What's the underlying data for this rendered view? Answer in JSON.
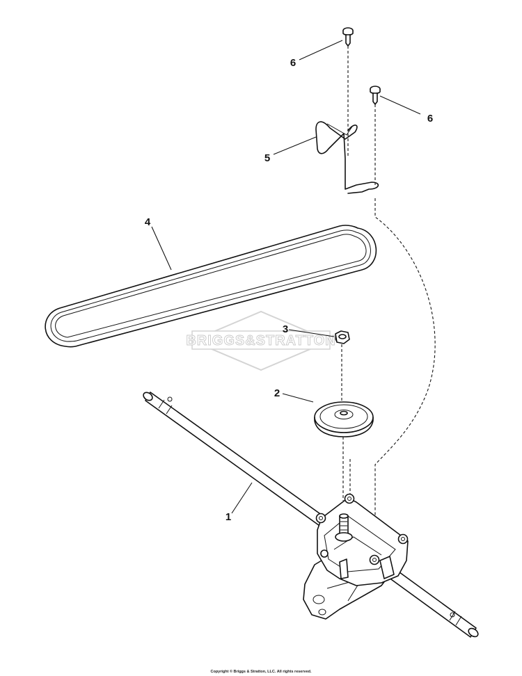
{
  "diagram": {
    "callouts": [
      {
        "id": "shaft",
        "label": "1"
      },
      {
        "id": "pulley",
        "label": "2"
      },
      {
        "id": "nut",
        "label": "3"
      },
      {
        "id": "belt",
        "label": "4"
      },
      {
        "id": "belt-guide",
        "label": "5"
      },
      {
        "id": "screw-upper",
        "label": "6"
      },
      {
        "id": "screw-lower",
        "label": "6"
      }
    ],
    "watermark_text": "BRIGGS&STRATTON",
    "copyright": "Copyright © Briggs & Stratton, LLC. All rights reserved."
  }
}
